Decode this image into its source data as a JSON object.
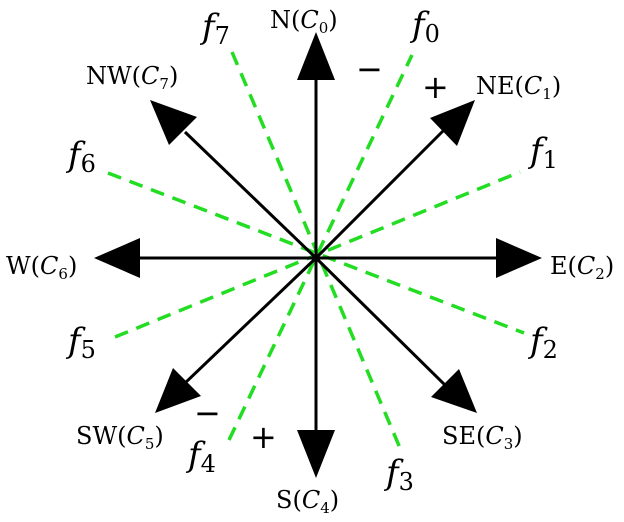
{
  "colors": {
    "arrow": "#000000",
    "filter_line": "#22dd22",
    "background": "#ffffff"
  },
  "directions": [
    {
      "id": "n",
      "name": "N",
      "code": "C",
      "index": "0"
    },
    {
      "id": "ne",
      "name": "NE",
      "code": "C",
      "index": "1"
    },
    {
      "id": "e",
      "name": "E",
      "code": "C",
      "index": "2"
    },
    {
      "id": "se",
      "name": "SE",
      "code": "C",
      "index": "3"
    },
    {
      "id": "s",
      "name": "S",
      "code": "C",
      "index": "4"
    },
    {
      "id": "sw",
      "name": "SW",
      "code": "C",
      "index": "5"
    },
    {
      "id": "w",
      "name": "W",
      "code": "C",
      "index": "6"
    },
    {
      "id": "nw",
      "name": "NW",
      "code": "C",
      "index": "7"
    }
  ],
  "filters": [
    {
      "symbol": "f",
      "index": "0"
    },
    {
      "symbol": "f",
      "index": "1"
    },
    {
      "symbol": "f",
      "index": "2"
    },
    {
      "symbol": "f",
      "index": "3"
    },
    {
      "symbol": "f",
      "index": "4"
    },
    {
      "symbol": "f",
      "index": "5"
    },
    {
      "symbol": "f",
      "index": "6"
    },
    {
      "symbol": "f",
      "index": "7"
    }
  ],
  "signs": {
    "minus_top": "−",
    "plus_top": "+",
    "minus_bottom": "−",
    "plus_bottom": "+"
  }
}
